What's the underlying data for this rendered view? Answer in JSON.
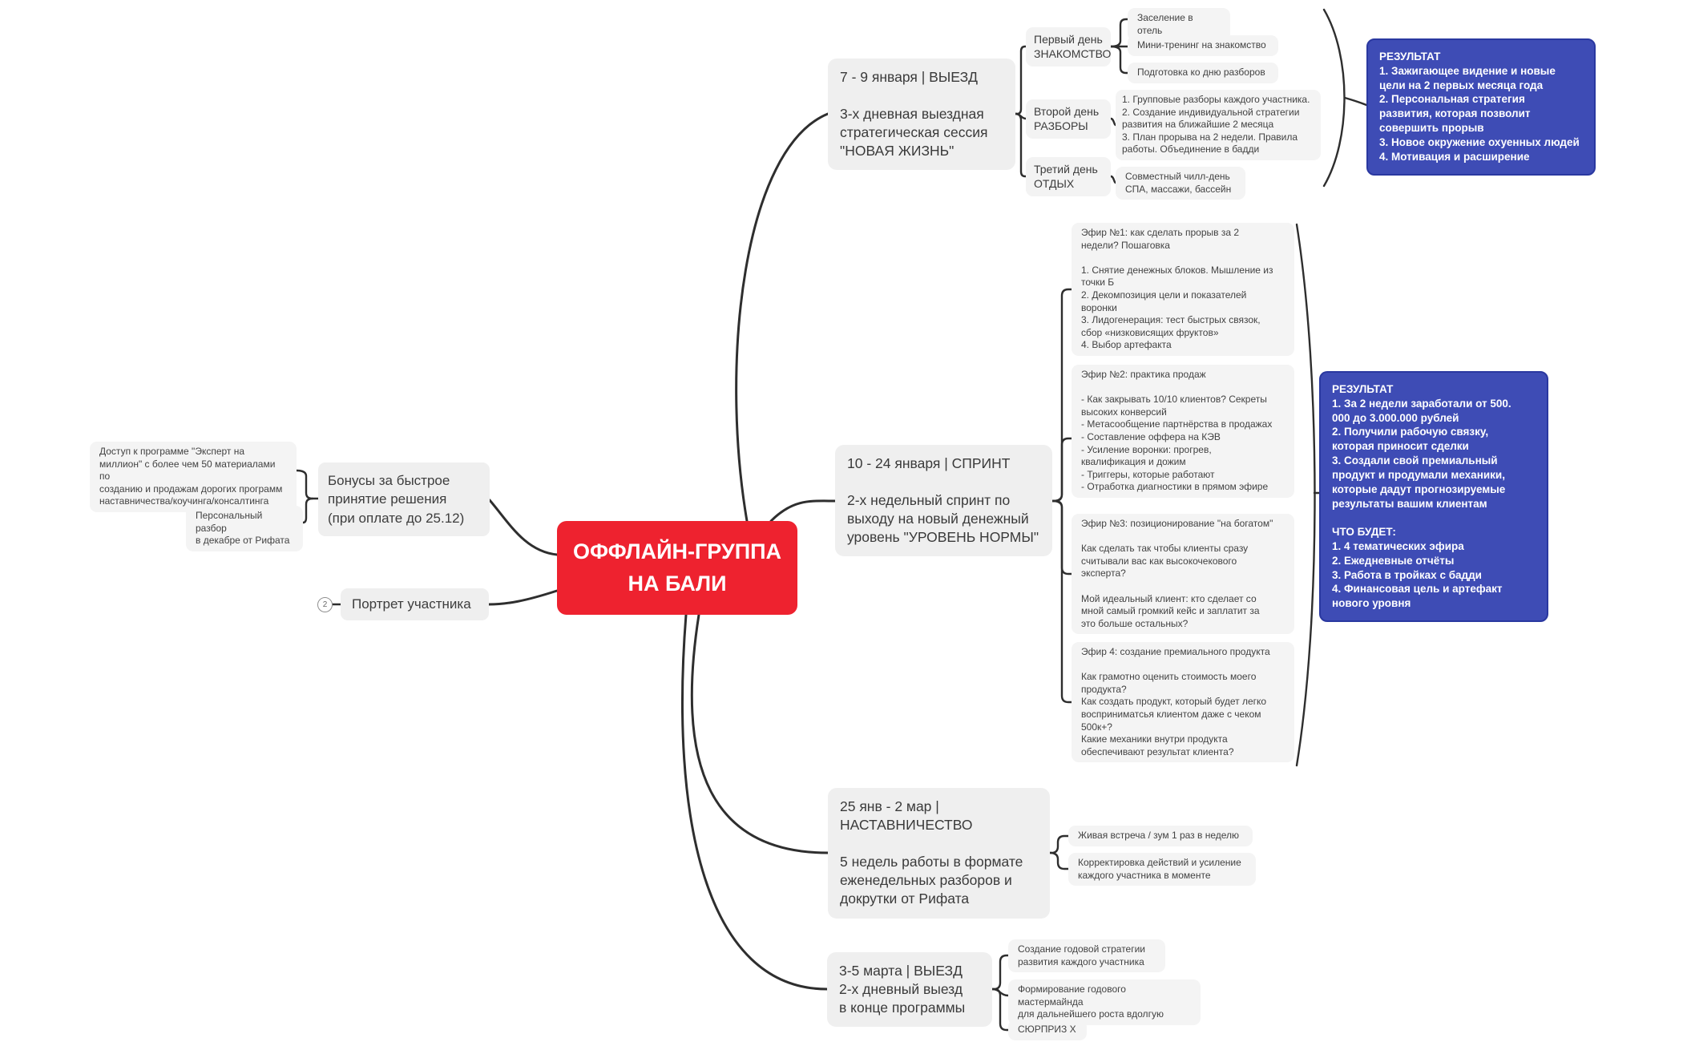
{
  "root": {
    "label": "ОФФЛАЙН-ГРУППА\nНА БАЛИ"
  },
  "left": {
    "bonus_materials": "Доступ к программе \"Эксперт на\nмиллион\" с более чем 50 материалами по\nсозданию и продажам дорогих программ\nнаставничества/коучинга/консалтинга",
    "bonus_personal": "Персональный разбор\nв декабре от Рифата",
    "bonuses": "Бонусы за быстрое\nпринятие решения\n(при оплате до 25.12)",
    "portrait": "Портрет участника",
    "portrait_badge": "2"
  },
  "trip1": {
    "title": "7 - 9 января | ВЫЕЗД\n\n3-х дневная выездная\nстратегическая сессия\n\"НОВАЯ ЖИЗНЬ\"",
    "day1": "Первый день\nЗНАКОМСТВО",
    "day2": "Второй день\nРАЗБОРЫ",
    "day3": "Третий день\nОТДЫХ",
    "day1_items": [
      "Заселение в отель",
      "Мини-тренинг на знакомство",
      "Подготовка ко дню разборов"
    ],
    "day2_details": "1. Групповые разборы каждого участника.\n2. Создание индивидуальной стратегии\nразвития на ближайшие 2 месяца\n3. План прорыва на 2 недели. Правила\nработы. Объединение в бадди",
    "day3_details": "Совместный чилл-день\nСПА, массажи, бассейн",
    "result": "РЕЗУЛЬТАТ\n1. Зажигающее видение и новые\nцели на 2 первых месяца года\n2. Персональная стратегия\nразвития, которая позволит\nсовершить прорыв\n3. Новое окружение охуенных людей\n4. Мотивация и расширение"
  },
  "sprint": {
    "title": "10 - 24 января | СПРИНТ\n\n2-х недельный спринт по\nвыходу на новый денежный\nуровень \"УРОВЕНЬ НОРМЫ\"",
    "efir1": "Эфир №1: как сделать прорыв за 2\nнедели? Пошаговка\n\n1. Снятие денежных блоков. Мышление из\nточки Б\n2. Декомпозиция цели и показателей\nворонки\n3. Лидогенерация: тест быстрых связок,\nсбор «низковисящих фруктов»\n4. Выбор артефакта",
    "efir2": "Эфир №2: практика продаж\n\n- Как закрывать 10/10 клиентов? Секреты\nвысоких конверсий\n- Метасообщение партнёрства в продажах\n- Составление оффера на КЭВ\n- Усиление воронки: прогрев,\nквалификация и дожим\n- Триггеры, которые работают\n- Отработка диагностики в прямом эфире",
    "efir3": "Эфир №3: позиционирование \"на богатом\"\n\nКак сделать так чтобы клиенты сразу\nсчитывали вас как высокочекового\nэксперта?\n\nМой идеальный клиент: кто сделает со\nмной самый громкий кейс и заплатит за\nэто больше остальных?",
    "efir4": "Эфир 4: создание премиального продукта\n\nКак грамотно оценить стоимость моего\nпродукта?\nКак создать продукт, который будет легко\nвосприниматсья клиентом даже с чеком\n500к+?\nКакие механики внутри продукта\nобеспечивают результат клиента?",
    "result": "РЕЗУЛЬТАТ\n1. За 2 недели заработали от 500.\n000 до 3.000.000 рублей\n2. Получили рабочую связку,\nкоторая приносит сделки\n3. Создали свой премиальный\nпродукт и продумали механики,\nкоторые дадут прогнозируемые\nрезультаты вашим клиентам\n\nЧТО БУДЕТ:\n1. 4 тематических эфира\n2. Ежедневные отчёты\n3. Работа в тройках с бадди\n4. Финансовая цель и артефакт\nнового уровня"
  },
  "mentoring": {
    "title": "25 янв - 2 мар |\nНАСТАВНИЧЕСТВО\n\n5 недель работы в формате\nеженедельных разборов и\nдокрутки от Рифата",
    "items": [
      "Живая встреча / зум 1 раз в неделю",
      "Корректировка действий и усиление\nкаждого участника в моменте"
    ]
  },
  "trip2": {
    "title": "3-5 марта | ВЫЕЗД\n2-х дневный выезд\nв конце программы",
    "items": [
      "Создание годовой стратегии\nразвития каждого участника",
      "Формирование годового мастермайнда\nдля дальнейшего роста вдолгую",
      "СЮРПРИЗ X"
    ]
  },
  "colors": {
    "accent_red": "#ee222f",
    "accent_blue": "#3e4cb5"
  }
}
